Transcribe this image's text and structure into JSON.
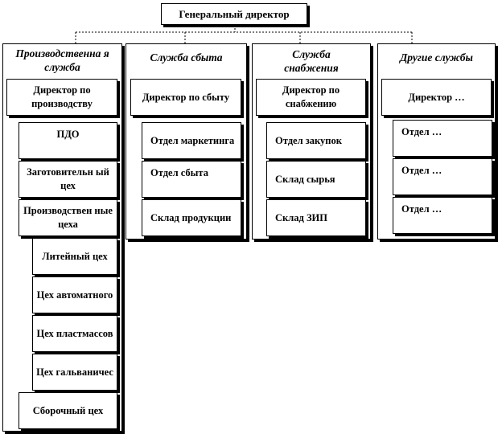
{
  "ceo": "Генеральный директор",
  "production": {
    "title": "Производственна я служба",
    "director": "Директор по производству",
    "units": [
      "ПДО",
      "Заготовительн ый цех",
      "Производствен ные цеха"
    ],
    "shops": [
      "Литейный цех",
      "Цех автоматного",
      "Цех пластмассов",
      "Цех гальваничес"
    ],
    "assembly": "Сборочный цех"
  },
  "sales": {
    "title": "Служба сбыта",
    "director": "Директор по сбыту",
    "units": [
      "Отдел маркетинга",
      "Отдел сбыта",
      "Склад продукции"
    ]
  },
  "supply": {
    "title": "Служба снабжения",
    "director": "Директор по снабжению",
    "units": [
      "Отдел закупок",
      "Склад сырья",
      "Склад ЗИП"
    ]
  },
  "other": {
    "title": "Другие службы",
    "director": "Директор …",
    "units": [
      "Отдел …",
      "Отдел …",
      "Отдел …"
    ]
  }
}
